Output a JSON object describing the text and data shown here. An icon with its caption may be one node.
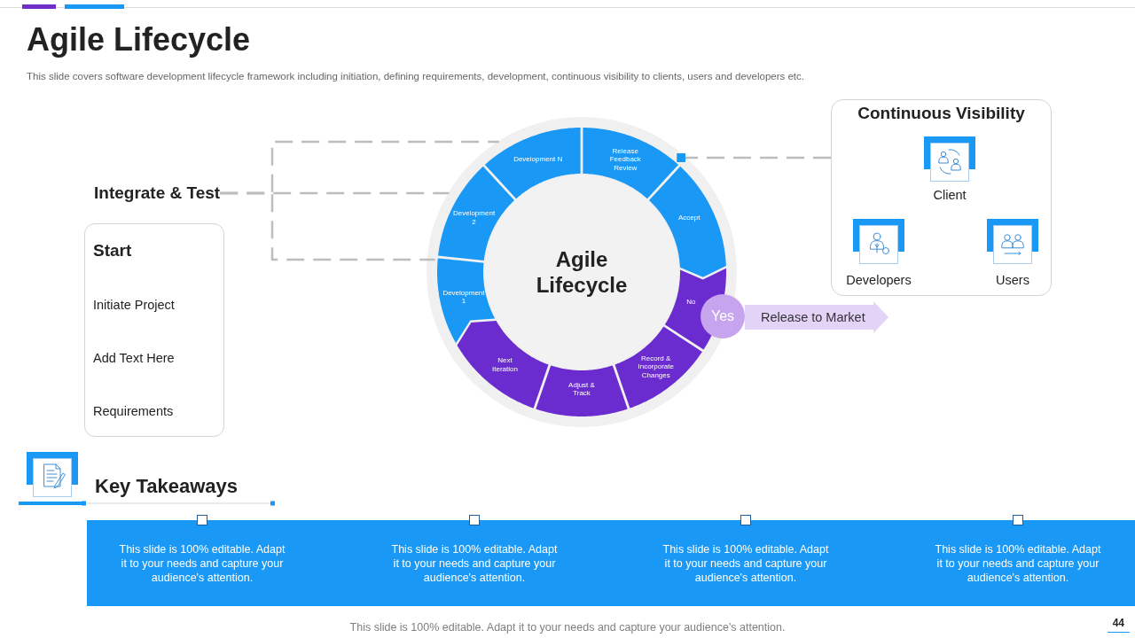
{
  "diagram": {
    "title": "Agile Lifecycle",
    "nodes": [
      {
        "text": [
          "Integrate & Test"
        ]
      },
      {
        "text": [
          "Start",
          "Initiate Project",
          "Add Text Here",
          "Requirements"
        ]
      },
      {
        "text": [
          "Agile Lifecycle"
        ]
      },
      {
        "text": [
          "Development N"
        ]
      },
      {
        "text": [
          "Release Feedback Review"
        ]
      },
      {
        "text": [
          "Accept"
        ]
      },
      {
        "text": [
          "No"
        ]
      },
      {
        "text": [
          "Record & Incorporate Changes"
        ]
      },
      {
        "text": [
          "Adjust & Track"
        ]
      },
      {
        "text": [
          "Next Iteration"
        ]
      },
      {
        "text": [
          "Development 1"
        ]
      },
      {
        "text": [
          "Development 2"
        ]
      },
      {
        "text": [
          "Yes"
        ]
      },
      {
        "text": [
          "Release to Market"
        ]
      },
      {
        "text": [
          "Continuous Visibility"
        ]
      },
      {
        "text": [
          "Client"
        ],
        "in": 14
      },
      {
        "text": [
          "Developers"
        ],
        "in": 14
      },
      {
        "text": [
          "Users"
        ],
        "in": 14
      },
      {
        "text": [
          "This slide is 100% editable. Adapt it to your needs and capture your audience's attention.",
          "This slide is 100% editable. Adapt it to your needs and capture your audience's attention.",
          "This slide is 100% editable. Adapt it to your needs and capture your audience's attention.",
          "This slide is 100% editable. Adapt it to your needs and capture your audience's attention."
        ]
      }
    ],
    "edges": [
      {
        "from": 0,
        "to": 3,
        "arrow": "none",
        "style": "dashed"
      },
      {
        "from": 0,
        "to": 11,
        "arrow": "none",
        "style": "dashed"
      },
      {
        "from": 0,
        "to": 10,
        "arrow": "none",
        "style": "dashed"
      },
      {
        "from": 14,
        "to": 4,
        "arrow": "other",
        "style": "dashed"
      }
    ],
    "labels": [
      "This slide covers software development lifecycle framework including initiation, defining requirements, development, continuous visibility to clients, users and developers etc.",
      "Key Takeaways",
      "This slide is 100% editable. Adapt it to your needs and capture your audience's attention.",
      "44"
    ]
  }
}
